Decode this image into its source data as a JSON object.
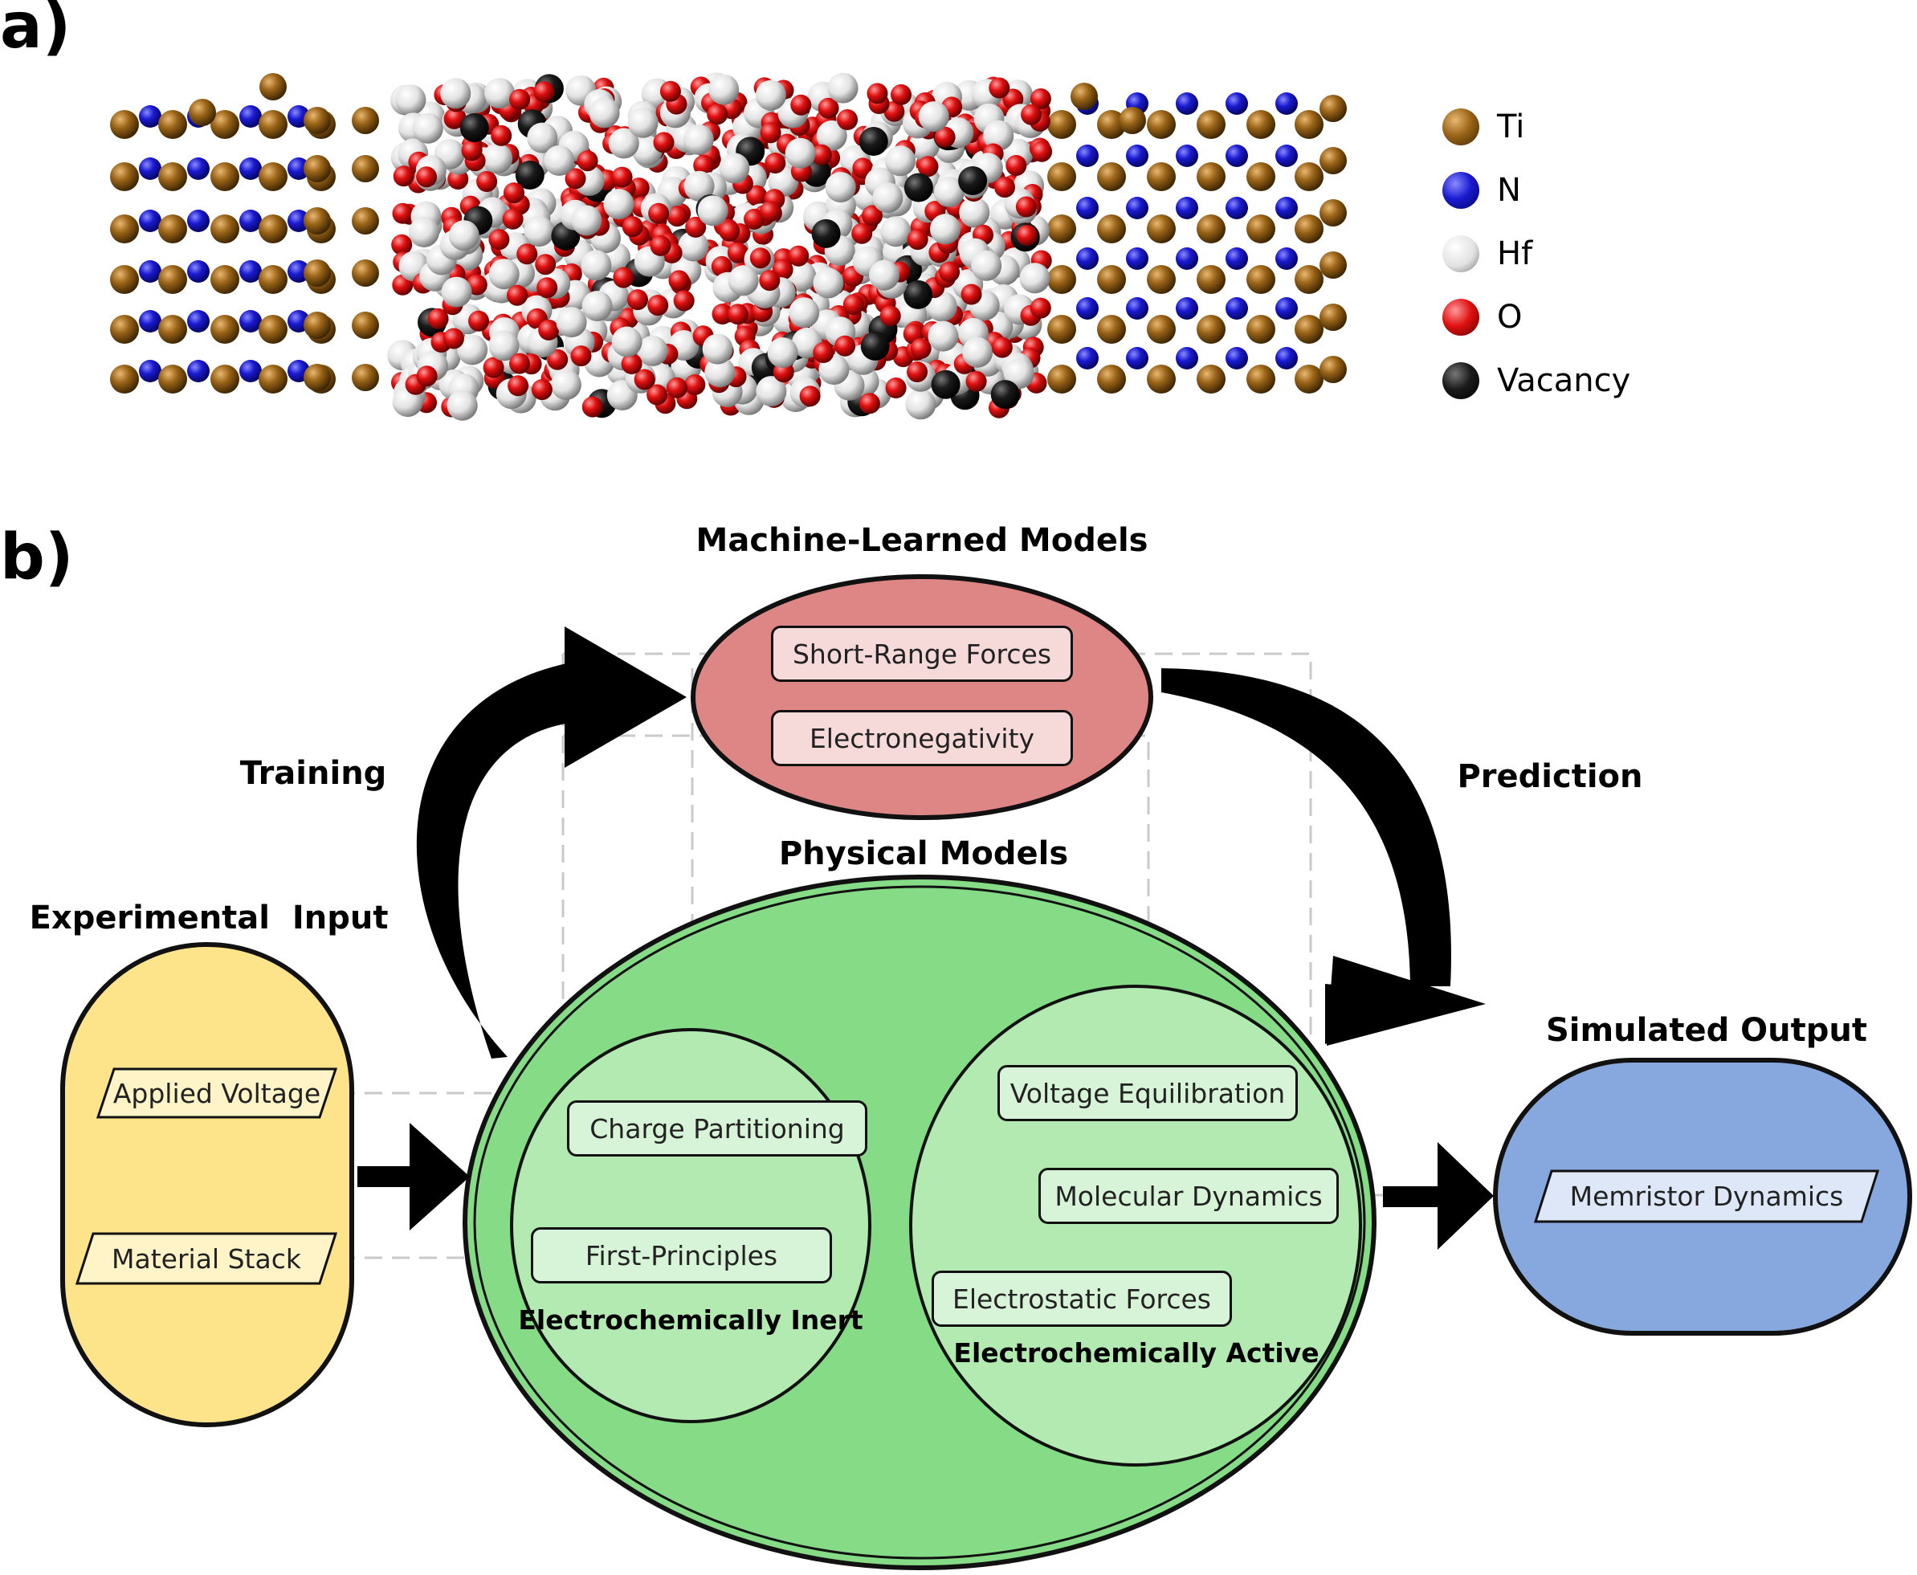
{
  "panels": {
    "a": "a)",
    "b": "b)"
  },
  "legend": [
    {
      "label": "Ti",
      "color": "#8a5a14"
    },
    {
      "label": "N",
      "color": "#1a1ad0"
    },
    {
      "label": "Hf",
      "color": "#e6e6e6"
    },
    {
      "label": "O",
      "color": "#e01010"
    },
    {
      "label": "Vacancy",
      "color": "#111111"
    }
  ],
  "flow": {
    "ml_models": {
      "title": "Machine-Learned Models",
      "items": [
        "Short-Range Forces",
        "Electronegativity"
      ],
      "color": "#de8585"
    },
    "physical_models": {
      "title": "Physical Models",
      "color": "#86dc86"
    },
    "inert": {
      "title": "Electrochemically Inert",
      "items": [
        "Charge Partitioning",
        "First-Principles"
      ]
    },
    "active": {
      "title": "Electrochemically Active",
      "items": [
        "Voltage Equilibration",
        "Molecular Dynamics",
        "Electrostatic Forces"
      ]
    },
    "experimental_input": {
      "title": "Experimental  Input",
      "items": [
        "Applied Voltage",
        "Material Stack"
      ],
      "color": "#fde48a"
    },
    "simulated_output": {
      "title": "Simulated Output",
      "items": [
        "Memristor Dynamics"
      ],
      "color": "#86a8de"
    },
    "arrows": {
      "training": "Training",
      "prediction": "Prediction"
    }
  }
}
